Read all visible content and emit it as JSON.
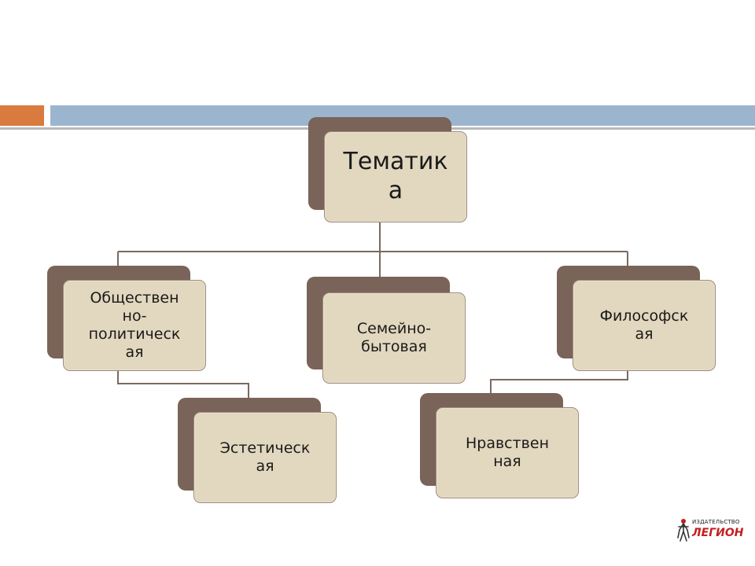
{
  "colors": {
    "accent_orange": "#d97a3e",
    "accent_blue": "#9cb5cf",
    "node_back": "#7a6358",
    "node_front": "#e2d7bf",
    "connector": "#7a6a60",
    "logo_red": "#c41e1e"
  },
  "diagram": {
    "root": {
      "label": "Тематик\nа"
    },
    "branches": [
      {
        "label": "Обществен\nно-\nполитическ\nая"
      },
      {
        "label": "Семейно-\nбытовая"
      },
      {
        "label": "Философск\nая"
      }
    ],
    "sub_nodes": [
      {
        "label": "Эстетическ\nая"
      },
      {
        "label": "Нравствен\nная"
      }
    ]
  },
  "logo": {
    "small_text": "ИЗДАТЕЛЬСТВО",
    "main_text": "ЛЕГИОН",
    "icon": "legion-logo-icon"
  }
}
